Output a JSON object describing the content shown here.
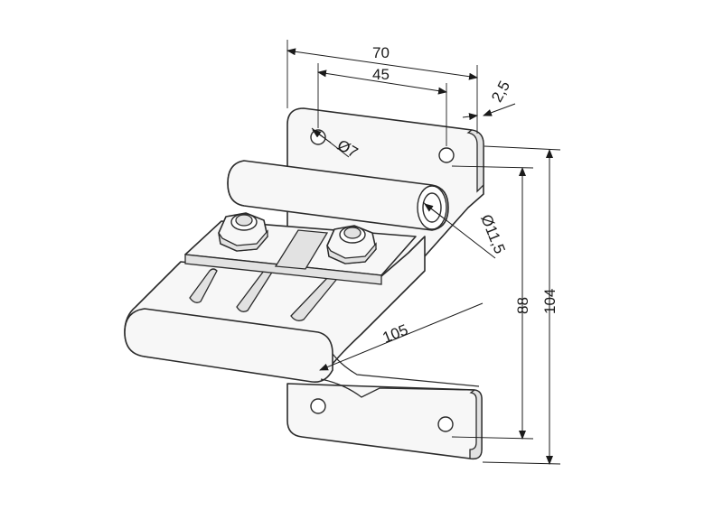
{
  "dimensions": {
    "width_total": "70",
    "hole_spacing": "45",
    "thickness": "2,5",
    "hole_diameter": "Ø7",
    "tube_diameter": "Ø11,5",
    "height_inner": "88",
    "height_total": "104",
    "depth": "105"
  }
}
